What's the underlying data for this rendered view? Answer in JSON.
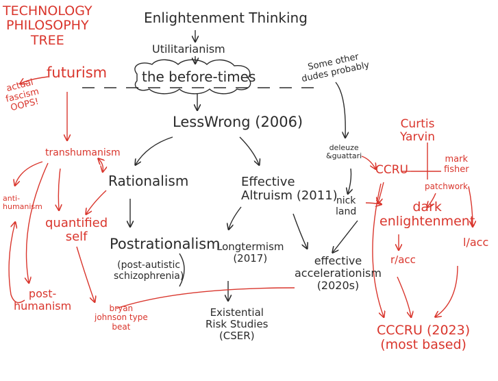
{
  "title": "TECHNOLOGY\nPHILOSOPHY\nTREE",
  "colors": {
    "black_ink": "#2a2a2a",
    "red_ink": "#d9352c"
  },
  "nodes": {
    "enlightenment_thinking": "Enlightenment Thinking",
    "utilitarianism": "Utilitarianism",
    "before_times": "the before-times",
    "some_other_dudes": "Some other\ndudes probably",
    "lesswrong": "LessWrong (2006)",
    "rationalism": "Rationalism",
    "effective_altruism": "Effective\nAltruism (2011)",
    "postrationalism": "Postrationalism",
    "post_autistic": "(post-autistic\nschizophrenia)",
    "longtermism": "Longtermism\n(2017)",
    "existential_risk": "Existential\nRisk Studies\n(CSER)",
    "effective_accelerationism": "effective\naccelerationism\n(2020s)",
    "deleuze_guattari": "deleuze\n&guattari",
    "nick_land": "nick\nland",
    "futurism": "futurism",
    "actual_fascism": "actual\nfascism\nOOPS!",
    "transhumanism": "transhumanism",
    "anti_humanism": "anti-\nhumanism",
    "quantified_self": "quantified\nself",
    "posthumanism": "post-\nhumanism",
    "bryan_johnson": "bryan\njohnson type\nbeat",
    "ccru": "CCRU",
    "curtis_yarvin": "Curtis\nYarvin",
    "mark_fisher": "mark\nfisher",
    "patchwork": "patchwork",
    "dark_enlightenment": "dark\nenlightenment",
    "r_acc": "r/acc",
    "l_acc": "l/acc",
    "cccru": "CCCRU (2023)\n(most based)"
  }
}
